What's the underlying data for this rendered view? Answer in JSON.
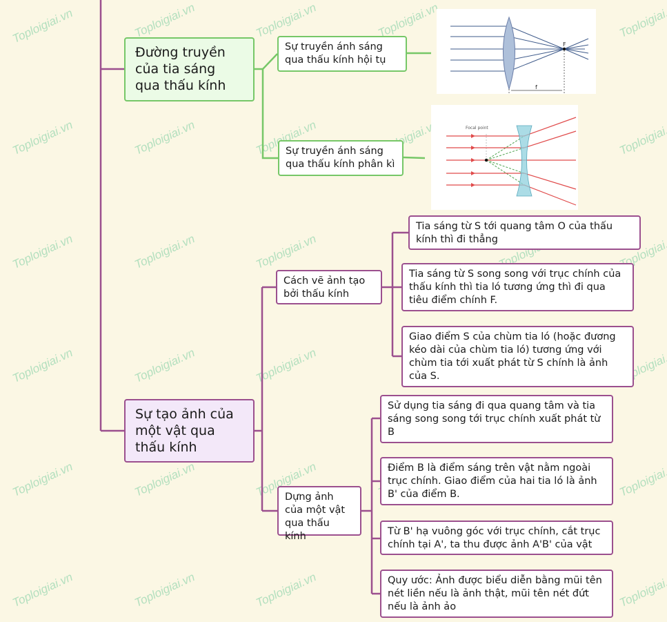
{
  "watermark": "Toploigiai.vn",
  "branch1": {
    "title": "Đường truyền của tia sáng qua thấu kính",
    "converging": {
      "label": "Sự truyền ánh sáng qua thấu kính hội tụ",
      "figure": {
        "focus_label": "F",
        "focal_length_label": "f"
      }
    },
    "diverging": {
      "label": "Sự truyền ánh sáng qua thấu kính phân kì",
      "figure": {
        "focal_point_label": "Focal point"
      }
    }
  },
  "branch2": {
    "title": "Sự tạo ảnh của một vật qua thấu kính",
    "draw_method": {
      "label": "Cách vẽ ảnh tạo bởi thấu kính",
      "items": [
        "Tia sáng từ S tới quang tâm O của thấu kính thì đi thẳng",
        "Tia sáng từ S song song với trục chính của thấu kính thì tia ló tương ứng thì đi qua tiêu điểm chính F.",
        "Giao điểm S của chùm tia ló (hoặc đương kéo dài của chùm tia ló) tương ứng với chùm tia tới xuất phát từ S chính là ảnh của S."
      ]
    },
    "construct": {
      "label": "Dựng ảnh của một vật qua thấu kính",
      "items": [
        "Sử dụng tia sáng đi qua quang tâm và tia sáng song song tới trục chính xuất phát từ B",
        "Điểm B là điểm sáng trên vật nằm ngoài trục chính. Giao điểm của hai tia ló là ảnh B' của điểm B.",
        "Từ B' hạ vuông góc với trục chính, cắt trục chính tại A', ta thu được  ảnh A'B' của vật",
        "Quy ước: Ảnh được biểu diễn bằng mũi tên nét liền nếu là ảnh thật, mũi tên nét đứt nếu là ảnh ảo"
      ]
    }
  },
  "colors": {
    "green_branch": "#76c767",
    "purple_branch": "#9b4f8e",
    "converging_ray": "#3e5a8a",
    "diverging_ray": "#e04a4a",
    "diverging_extension": "#4fa34f",
    "lens_converging": "#aec0da",
    "lens_diverging": "#8fd0de"
  }
}
